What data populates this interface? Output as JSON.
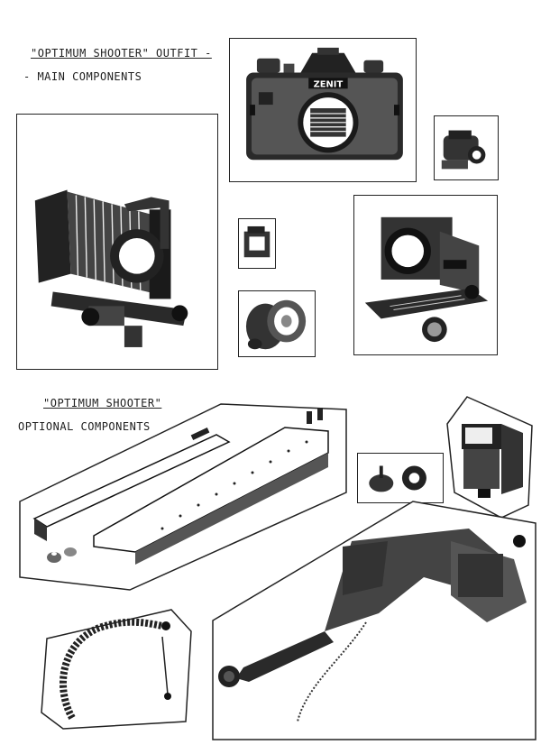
{
  "main_section": {
    "title_line1": "\"OPTIMUM SHOOTER\" OUTFIT -",
    "title_line2": "- MAIN COMPONENTS"
  },
  "camera": {
    "brand_label": "ZENIT"
  },
  "optional_section": {
    "title_line1": "\"OPTIMUM SHOOTER\"",
    "title_line2": "OPTIONAL COMPONENTS"
  }
}
